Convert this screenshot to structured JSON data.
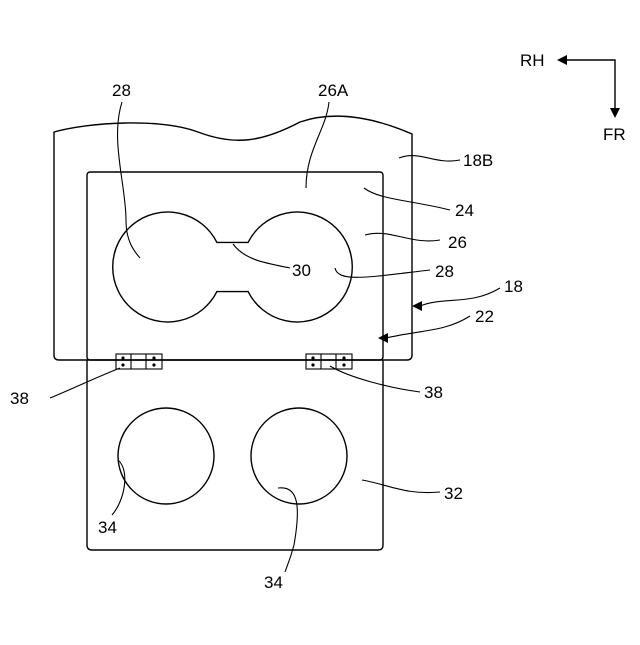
{
  "directions": {
    "right": "RH",
    "front": "FR"
  },
  "labels": {
    "l28_top": "28",
    "l26a": "26A",
    "l18b": "18B",
    "l24": "24",
    "l26": "26",
    "l30": "30",
    "l28_right": "28",
    "l18": "18",
    "l22": "22",
    "l38_left": "38",
    "l38_right": "38",
    "l32": "32",
    "l34_left": "34",
    "l34_bottom": "34"
  }
}
